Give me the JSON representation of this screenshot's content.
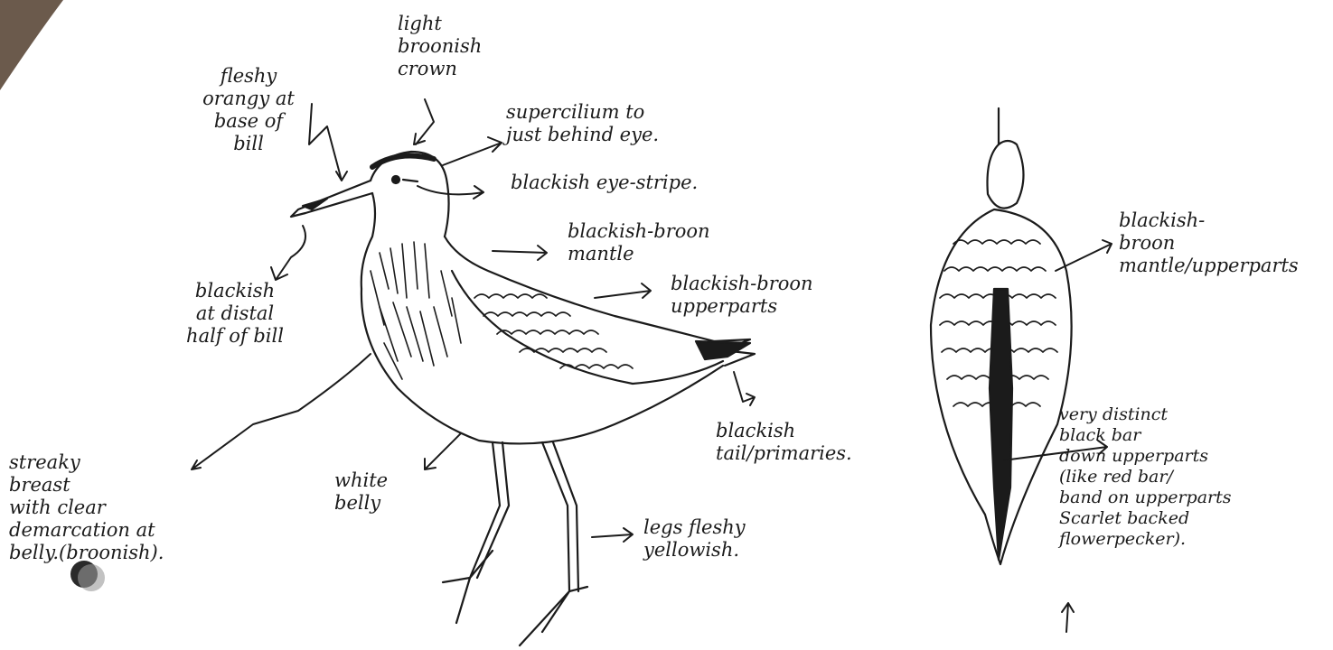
{
  "paper_color": "#ffffff",
  "ink_color": "#1b1b1b",
  "annotations": {
    "crown": "light\nbroonish\ncrown",
    "bill_base": "fleshy\norangy at\nbase of\nbill",
    "supercilium": "supercilium to\njust behind eye.",
    "eye_stripe": "blackish eye-stripe.",
    "mantle": "blackish-broon\nmantle",
    "upperparts": "blackish-broon\nupperparts",
    "bill_distal": "blackish\nat distal\nhalf of bill",
    "tail": "blackish\ntail/primaries.",
    "breast": "streaky\nbreast\nwith clear\ndemarcation at\nbelly.(broonish).",
    "belly": "white\nbelly",
    "legs": "legs fleshy\nyellowish.",
    "back_mantle": "blackish-\nbroon\nmantle/upperparts",
    "back_bar": "very distinct\nblack bar\ndown upperparts\n(like red bar/\nband on upperparts\nScarlet backed\nflowerpecker)."
  }
}
